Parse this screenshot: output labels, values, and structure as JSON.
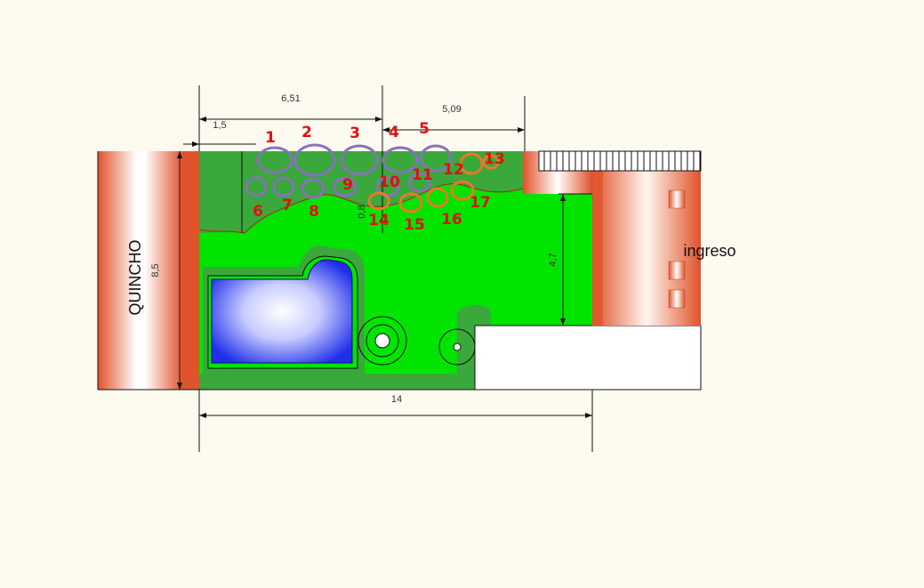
{
  "colors": {
    "background": "#fdfaf0",
    "lawn": "#00e400",
    "path": "#3aa83a",
    "pool_water": "#1f2ee8",
    "wall_edge": "#e0522a",
    "line": "#111111",
    "marker_red": "#e01010",
    "marker_purple": "#8a6fc0",
    "marker_orange": "#e8782a"
  },
  "labels": {
    "quincho": "QUINCHO",
    "ingreso": "ingreso"
  },
  "dimensions": {
    "top_total": "6,51",
    "top_right": "5,09",
    "top_small": "1,5",
    "left_height": "8,5",
    "right_height": "4,7",
    "plant_band": "0,8",
    "bottom_width": "14"
  },
  "plant_markers": [
    "1",
    "2",
    "3",
    "4",
    "5",
    "6",
    "7",
    "8",
    "9",
    "10",
    "11",
    "12",
    "13",
    "14",
    "15",
    "16",
    "17"
  ]
}
